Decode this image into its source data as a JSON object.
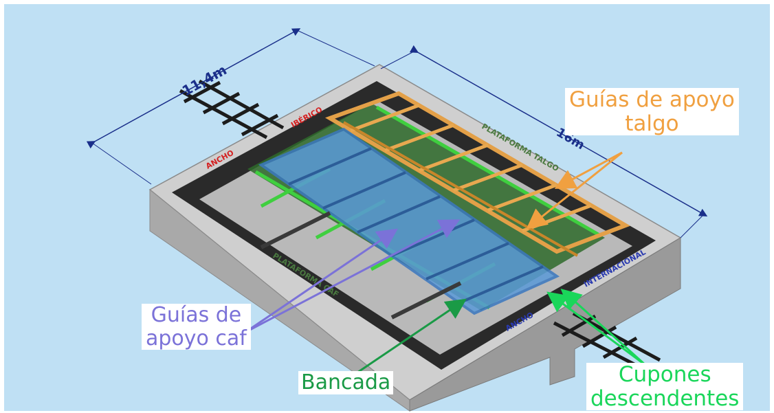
{
  "colors": {
    "background": "#bfe0f4",
    "talgo": "#f0a040",
    "caf": "#7b72d8",
    "bancada": "#1a9a46",
    "cupones": "#1ad65a",
    "dimension": "#1a2f8a",
    "ancho_text": "#d42020",
    "internacional_text": "#2a3ab0",
    "plataforma_text": "#4a7a40"
  },
  "labels": {
    "talgo": [
      "Guías de apoyo",
      "talgo"
    ],
    "caf": [
      "Guías de",
      "apoyo caf"
    ],
    "bancada": "Bancada",
    "cupones": [
      "Cupones",
      "descendentes"
    ]
  },
  "dimensions": {
    "width": "11,4m",
    "length": "16m"
  },
  "platform_text": {
    "ancho_left": "ANCHO",
    "iberico": "IBÉRICO",
    "ancho_right": "ANCHO",
    "internacional": "INTERNACIONAL",
    "plataforma_talgo": "PLATAFORMA TALGO",
    "plataforma_caf": "PLATAFORMA CAF"
  }
}
